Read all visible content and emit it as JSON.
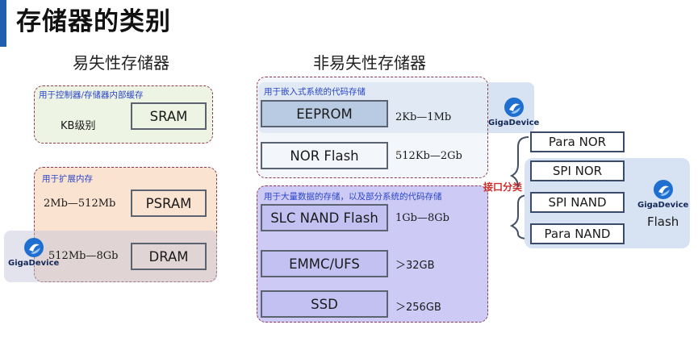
{
  "title": "存储器的类别",
  "volatile": {
    "heading": "易失性存储器",
    "group1_note": "用于控制器/存储器内部缓存",
    "sram_label": "SRAM",
    "sram_value": "KB级别",
    "group2_note": "用于扩展内存",
    "psram_label": "PSRAM",
    "psram_value": "2Mb—512Mb",
    "dram_label": "DRAM",
    "dram_value": "512Mb—8Gb"
  },
  "nonvolatile": {
    "heading": "非易失性存储器",
    "group1_note": "用于嵌入式系统的代码存储",
    "eeprom_label": "EEPROM",
    "eeprom_value": "2Kb—1Mb",
    "norflash_label": "NOR Flash",
    "norflash_value": "512Kb—2Gb",
    "group2_note": "用于大量数据的存储，以及部分系统的代码存储",
    "slc_label": "SLC NAND Flash",
    "slc_value": "1Gb—8Gb",
    "emmc_label": "EMMC/UFS",
    "emmc_value": "＞32GB",
    "ssd_label": "SSD",
    "ssd_value": "＞256GB"
  },
  "interface": {
    "label": "接口分类",
    "items": [
      "Para NOR",
      "SPI NOR",
      "SPI NAND",
      "Para NAND"
    ],
    "flash_label": "Flash"
  },
  "logo": {
    "brand_text": "GigaDevice"
  }
}
